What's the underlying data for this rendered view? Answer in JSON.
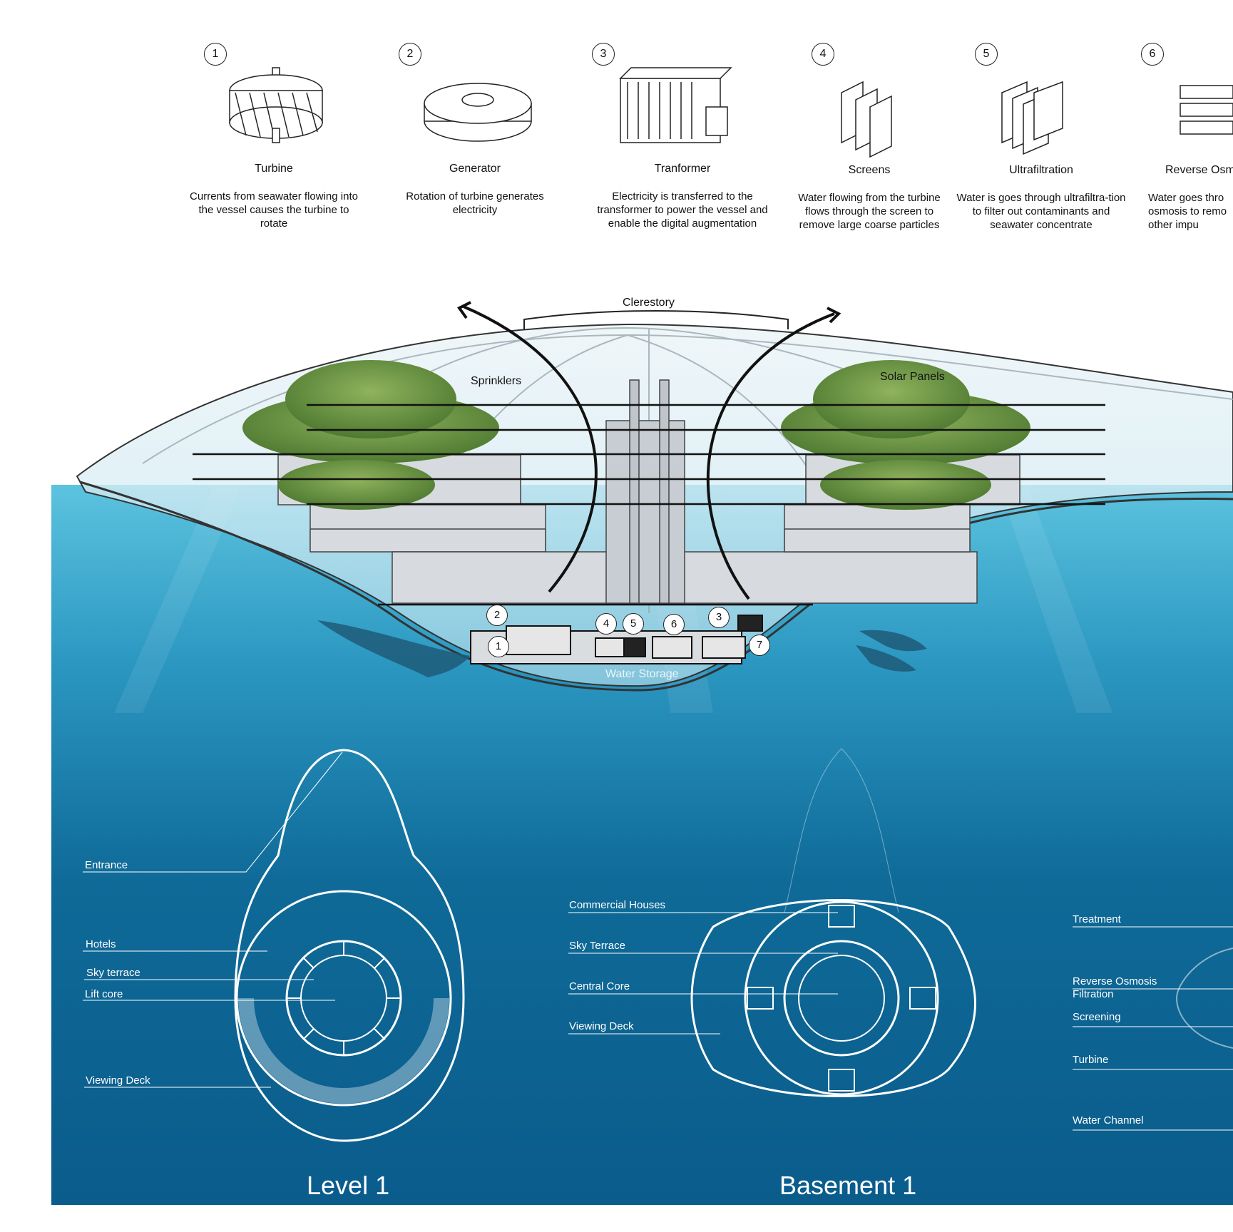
{
  "components": [
    {
      "num": "1",
      "title": "Turbine",
      "desc": "Currents from seawater flowing into the vessel causes the turbine to rotate",
      "icon": "turbine-icon"
    },
    {
      "num": "2",
      "title": "Generator",
      "desc": "Rotation of turbine generates electricity",
      "icon": "generator-icon"
    },
    {
      "num": "3",
      "title": "Tranformer",
      "desc": "Electricity is transferred to the transformer to power the vessel and enable the digital augmentation",
      "icon": "transformer-icon"
    },
    {
      "num": "4",
      "title": "Screens",
      "desc": "Water flowing from the turbine flows through the screen to remove large coarse particles",
      "icon": "screens-icon"
    },
    {
      "num": "5",
      "title": "Ultrafiltration",
      "desc": "Water is goes through ultrafiltra-tion to filter out contaminants and seawater concentrate",
      "icon": "ultrafiltration-icon"
    },
    {
      "num": "6",
      "title": "Reverse Osm",
      "desc": "Water goes thro osmosis to remo other impu",
      "icon": "reverse-osmosis-icon"
    }
  ],
  "section": {
    "clerestory": "Clerestory",
    "sprinklers": "Sprinklers",
    "solar_panels": "Solar Panels",
    "water_storage": "Water Storage",
    "callouts": [
      "1",
      "2",
      "3",
      "4",
      "5",
      "6",
      "7"
    ]
  },
  "plans": {
    "level1": {
      "title": "Level 1",
      "labels": [
        "Entrance",
        "Hotels",
        "Sky terrace",
        "Lift core",
        "Viewing Deck"
      ]
    },
    "basement1": {
      "title": "Basement 1",
      "labels": [
        "Commercial Houses",
        "Sky Terrace",
        "Central Core",
        "Viewing Deck"
      ]
    },
    "third": {
      "labels": [
        "Treatment",
        "Reverse Osmosis",
        "Filtration",
        "Screening",
        "Turbine",
        "Water Channel"
      ]
    }
  },
  "colors": {
    "sea_top": "#49b6d6",
    "sea_deep": "#0c5f8c",
    "sea_panel": "#0b6695"
  }
}
